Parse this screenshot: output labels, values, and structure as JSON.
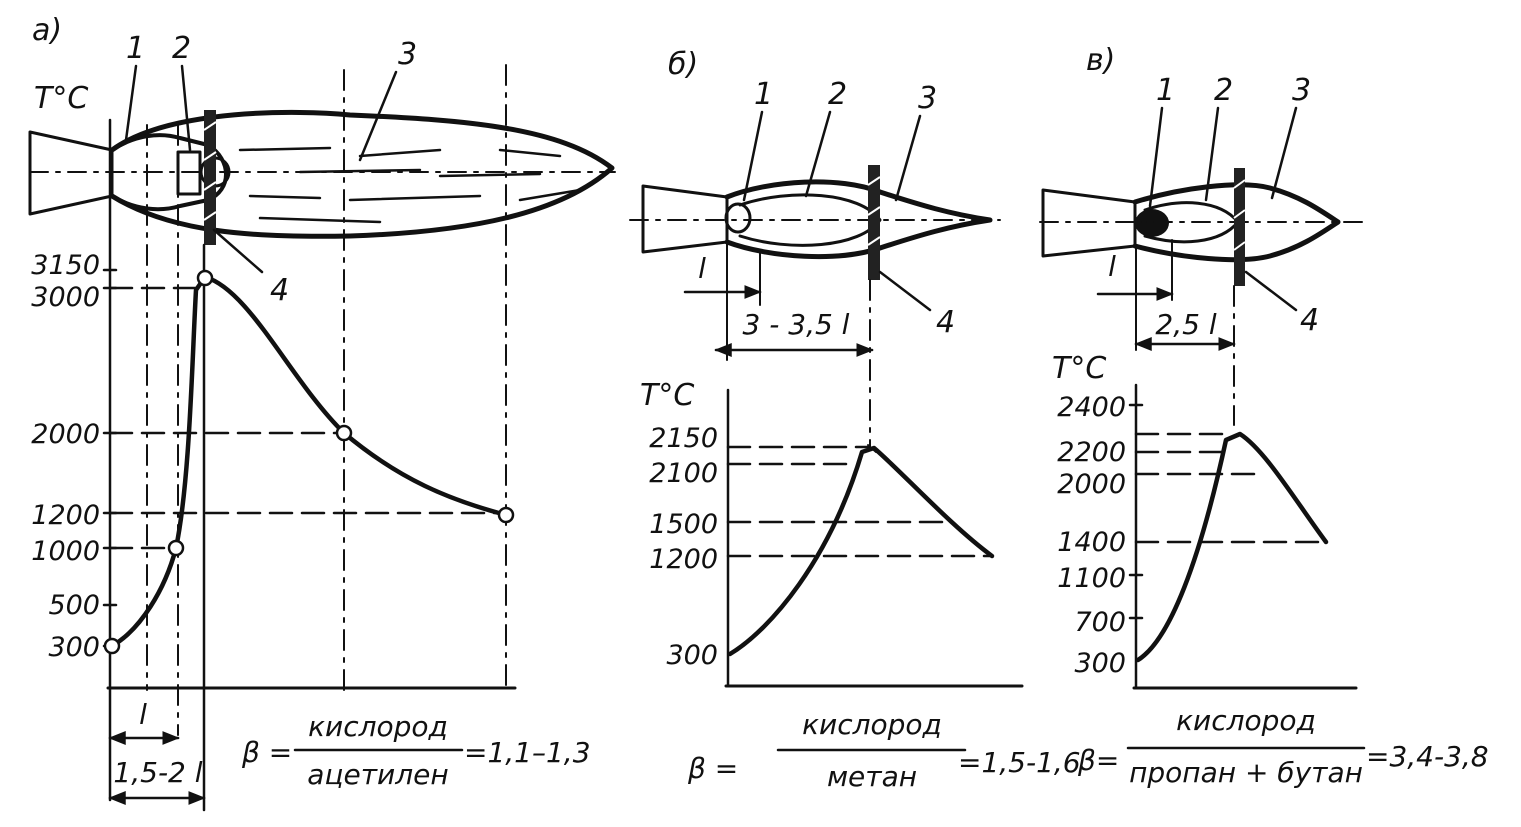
{
  "panels": {
    "a": {
      "letter": "а)",
      "zones": [
        "1",
        "2",
        "3",
        "4"
      ],
      "axis_label": "T°C",
      "ticks": [
        "3150",
        "3000",
        "2000",
        "1200",
        "1000",
        "500",
        "300"
      ],
      "dims": [
        "l",
        "1,5-2 l"
      ],
      "formula": {
        "lhs": "β =",
        "numerator": "кислород",
        "denominator": "ацетилен",
        "rhs": "=1,1–1,3"
      }
    },
    "b": {
      "letter": "б)",
      "zones": [
        "1",
        "2",
        "3",
        "4"
      ],
      "axis_label": "T°C",
      "ticks": [
        "2150",
        "2100",
        "1500",
        "1200",
        "300"
      ],
      "dims": [
        "l",
        "3 - 3,5 l"
      ],
      "formula": {
        "lhs": "β =",
        "numerator": "кислород",
        "denominator": "метан",
        "rhs": "=1,5-1,6"
      }
    },
    "c": {
      "letter": "в)",
      "zones": [
        "1",
        "2",
        "3",
        "4"
      ],
      "axis_label": "T°C",
      "ticks": [
        "2400",
        "2200",
        "2000",
        "1400",
        "1100",
        "700",
        "300"
      ],
      "dims": [
        "l",
        "2,5 l"
      ],
      "formula": {
        "lhs": "β=",
        "numerator": "кислород",
        "denominator": "пропан + бутан",
        "rhs": "=3,4-3,8"
      }
    }
  }
}
